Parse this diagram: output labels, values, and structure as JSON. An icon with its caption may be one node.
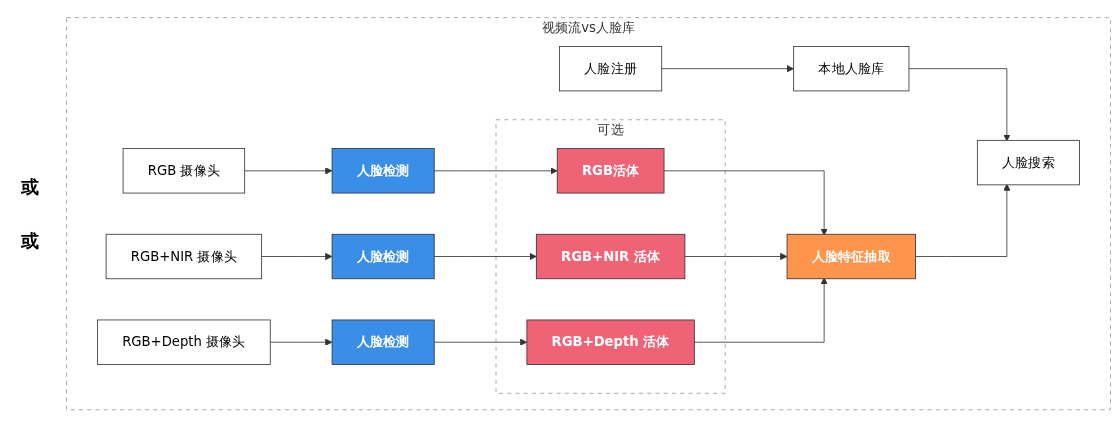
{
  "diagram": {
    "nodes": [
      {
        "text": [
          "视频流vs人脸库"
        ]
      },
      {
        "text": [
          "人脸注册"
        ],
        "in": 0
      },
      {
        "text": [
          "本地人脸库"
        ],
        "in": 0
      },
      {
        "text": [
          "人脸搜索"
        ],
        "in": 0
      },
      {
        "text": [
          "RGB 摄像头"
        ],
        "in": 0
      },
      {
        "text": [
          "人脸检测"
        ],
        "in": 0
      },
      {
        "text": [
          "RGB+NIR 摄像头"
        ],
        "in": 0
      },
      {
        "text": [
          "人脸检测"
        ],
        "in": 0
      },
      {
        "text": [
          "RGB+Depth 摄像头"
        ],
        "in": 0
      },
      {
        "text": [
          "人脸检测"
        ],
        "in": 0
      },
      {
        "text": [
          "可选"
        ],
        "in": 0
      },
      {
        "text": [
          "RGB活体"
        ],
        "in": 10
      },
      {
        "text": [
          "RGB+NIR 活体"
        ],
        "in": 10
      },
      {
        "text": [
          "RGB+Depth 活体"
        ],
        "in": 10
      },
      {
        "text": [
          "人脸特征抽取"
        ],
        "in": 0
      }
    ],
    "edges": [
      {
        "from": 1,
        "to": 2,
        "arrow": "to"
      },
      {
        "from": 2,
        "to": 3,
        "arrow": "to"
      },
      {
        "from": 4,
        "to": 5,
        "arrow": "to"
      },
      {
        "from": 5,
        "to": 11,
        "arrow": "to"
      },
      {
        "from": 6,
        "to": 7,
        "arrow": "to"
      },
      {
        "from": 7,
        "to": 12,
        "arrow": "to"
      },
      {
        "from": 8,
        "to": 9,
        "arrow": "to"
      },
      {
        "from": 9,
        "to": 13,
        "arrow": "to"
      },
      {
        "from": 11,
        "to": 14,
        "arrow": "to"
      },
      {
        "from": 12,
        "to": 14,
        "arrow": "to"
      },
      {
        "from": 13,
        "to": 14,
        "arrow": "to"
      },
      {
        "from": 14,
        "to": 3,
        "arrow": "to"
      }
    ],
    "labels": [
      "或",
      "或"
    ]
  }
}
